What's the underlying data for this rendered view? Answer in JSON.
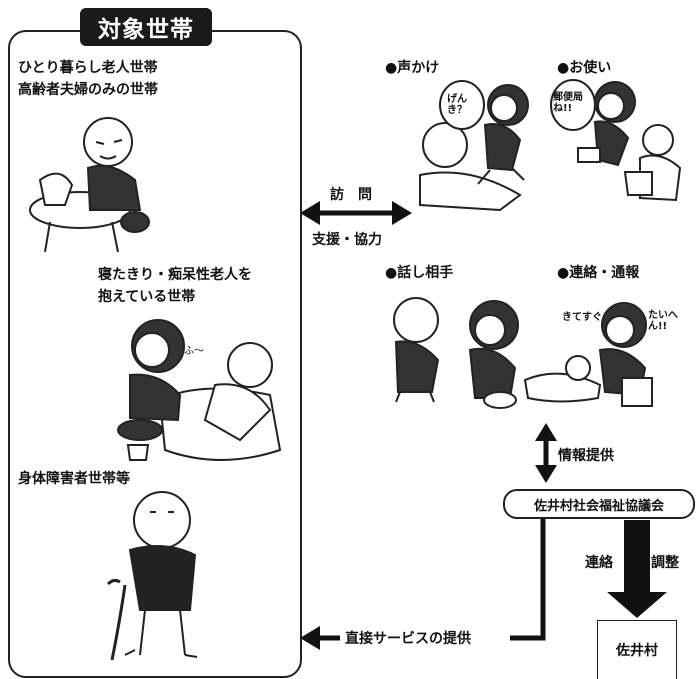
{
  "title": "対象世帯",
  "households": {
    "elderly_line1": "ひとり暮らし老人世帯",
    "elderly_line2": "高齢者夫婦のみの世帯",
    "bedridden_line1": "寝たきり・痴呆性老人を",
    "bedridden_line2": "抱えている世帯",
    "disabled": "身体障害者世帯等"
  },
  "activities": {
    "call_out": "●声かけ",
    "errands": "●お使い",
    "talk_partner": "●話し相手",
    "contact_report": "●連絡・通報"
  },
  "bubbles": {
    "genki": "げんき？",
    "post_office": "郵便局ね!!",
    "furu": "ふ～",
    "kite_sugu": "きてすぐ",
    "taihen": "たいへん!!"
  },
  "flows": {
    "visit": "訪　問",
    "support": "支援・協力",
    "info_provision": "情報提供",
    "council": "佐井村社会福祉協議会",
    "liaison": "連絡",
    "coordination": "調整",
    "village": "佐井村",
    "direct_service": "直接サービスの提供"
  }
}
